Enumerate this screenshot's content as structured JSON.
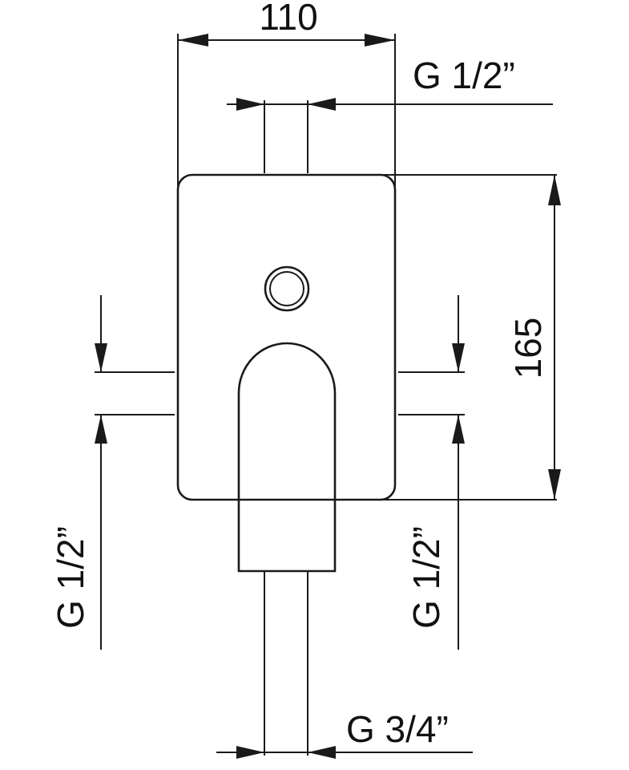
{
  "dimensions": {
    "width": "110",
    "height": "165",
    "top_connection": "G 1/2”",
    "left_connection": "G 1/2”",
    "right_connection": "G 1/2”",
    "bottom_connection": "G 3/4”"
  },
  "colors": {
    "line": "#1a1a1a",
    "background": "#ffffff"
  }
}
